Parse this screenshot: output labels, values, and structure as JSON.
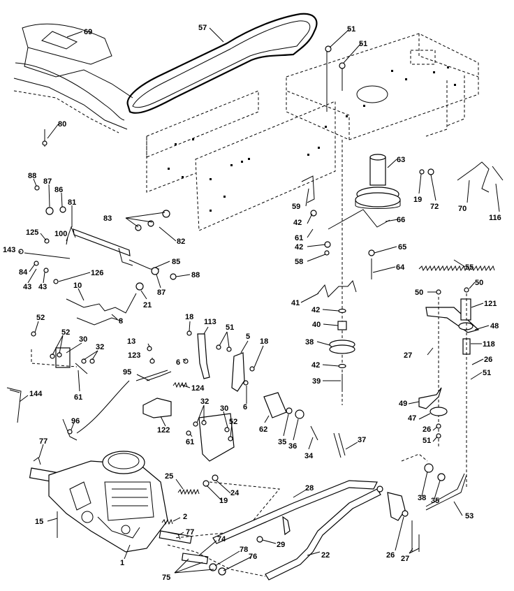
{
  "labels": [
    "69",
    "57",
    "51",
    "51",
    "80",
    "63",
    "88",
    "87",
    "86",
    "81",
    "83",
    "82",
    "125",
    "100",
    "143",
    "84",
    "126",
    "43",
    "43",
    "85",
    "87",
    "88",
    "10",
    "21",
    "8",
    "19",
    "72",
    "70",
    "116",
    "59",
    "42",
    "61",
    "66",
    "42",
    "58",
    "65",
    "64",
    "55",
    "41",
    "42",
    "40",
    "38",
    "42",
    "39",
    "50",
    "50",
    "121",
    "48",
    "118",
    "27",
    "26",
    "51",
    "18",
    "113",
    "51",
    "5",
    "18",
    "6",
    "6",
    "13",
    "123",
    "124",
    "95",
    "122",
    "52",
    "52",
    "30",
    "32",
    "61",
    "144",
    "96",
    "77",
    "32",
    "30",
    "52",
    "61",
    "62",
    "35",
    "36",
    "34",
    "37",
    "49",
    "47",
    "26",
    "51",
    "25",
    "19",
    "24",
    "28",
    "38",
    "35",
    "53",
    "15",
    "2",
    "77",
    "1",
    "74",
    "78",
    "76",
    "75",
    "29",
    "22",
    "26",
    "27"
  ]
}
